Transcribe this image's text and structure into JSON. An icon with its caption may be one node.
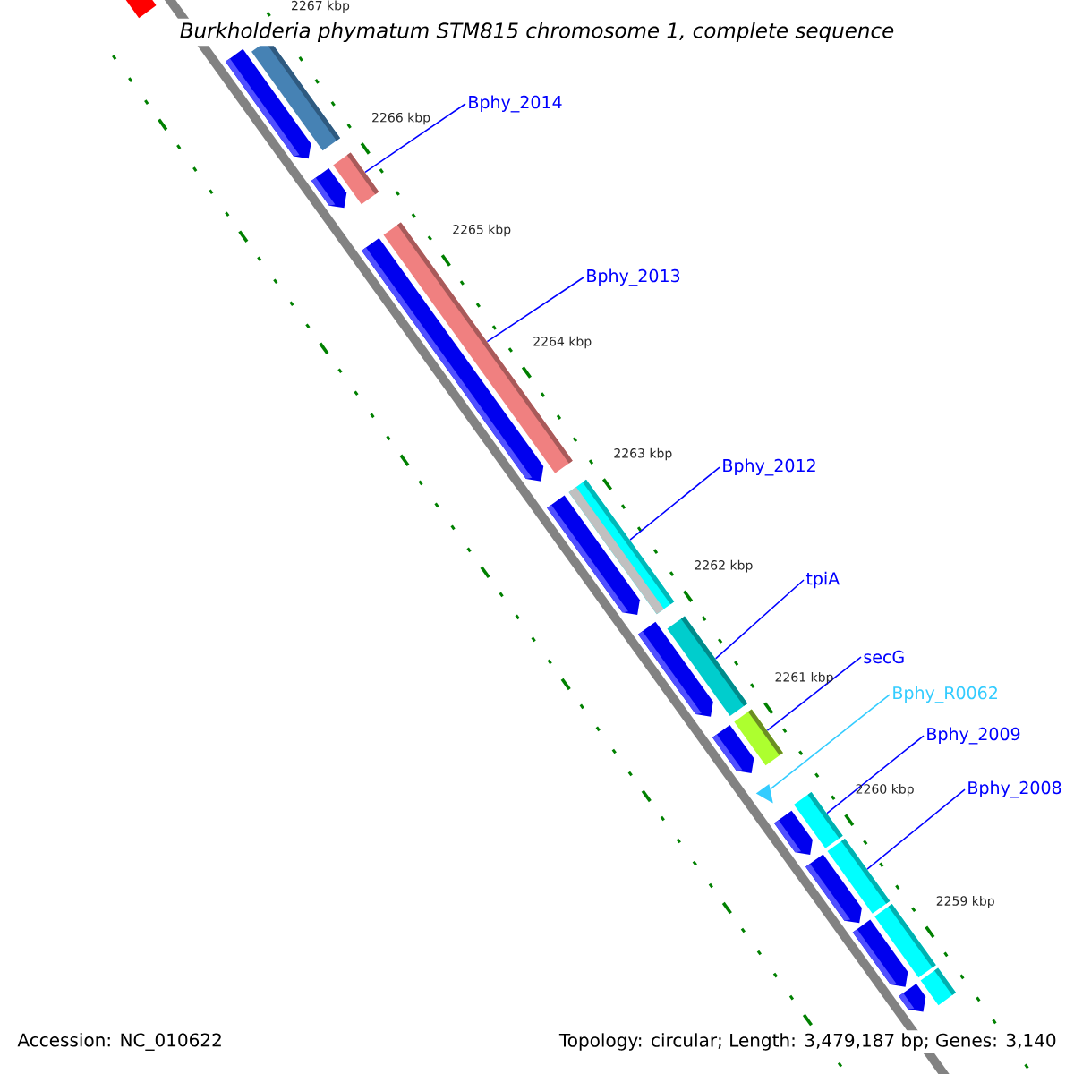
{
  "diagram": {
    "title": "Burkholderia phymatum STM815 chromosome 1, complete sequence",
    "nodes": [
      {
        "text": [
          "Bphy_2014"
        ]
      },
      {
        "text": [
          "Bphy_2013"
        ]
      },
      {
        "text": [
          "Bphy_2012"
        ]
      },
      {
        "text": [
          "tpiA"
        ]
      },
      {
        "text": [
          "secG"
        ]
      },
      {
        "text": [
          "Bphy_R0062"
        ]
      },
      {
        "text": [
          "Bphy_2009"
        ]
      },
      {
        "text": [
          "Bphy_2008"
        ]
      },
      {
        "text": [],
        "shape": "bar"
      },
      {
        "text": [],
        "shape": "bar"
      },
      {
        "text": [],
        "shape": "bar"
      },
      {
        "text": [],
        "shape": "bar"
      },
      {
        "text": [],
        "shape": "bar"
      },
      {
        "text": [],
        "shape": "triangle"
      },
      {
        "text": [],
        "shape": "bar"
      },
      {
        "text": [],
        "shape": "bar"
      },
      {
        "text": [],
        "shape": "bar"
      },
      {
        "text": [],
        "shape": "bar"
      },
      {
        "text": [],
        "shape": "bar"
      },
      {
        "text": [],
        "shape": "bar"
      },
      {
        "text": [],
        "shape": "pentagon"
      },
      {
        "text": [],
        "shape": "pentagon"
      },
      {
        "text": [],
        "shape": "pentagon"
      },
      {
        "text": [],
        "shape": "pentagon"
      },
      {
        "text": [],
        "shape": "pentagon"
      },
      {
        "text": [],
        "shape": "pentagon"
      },
      {
        "text": [],
        "shape": "pentagon"
      },
      {
        "text": [],
        "shape": "pentagon"
      },
      {
        "text": [],
        "shape": "pentagon"
      },
      {
        "text": [],
        "shape": "pentagon"
      }
    ],
    "edges": [
      {
        "from": 0,
        "to": 8,
        "arrow": "none"
      },
      {
        "from": 1,
        "to": 9,
        "arrow": "none"
      },
      {
        "from": 2,
        "to": 10,
        "arrow": "none"
      },
      {
        "from": 3,
        "to": 11,
        "arrow": "none"
      },
      {
        "from": 4,
        "to": 12,
        "arrow": "none"
      },
      {
        "from": 5,
        "to": 13,
        "arrow": "none",
        "color": "#33ccff"
      },
      {
        "from": 6,
        "to": 14,
        "arrow": "none"
      },
      {
        "from": 7,
        "to": 15,
        "arrow": "none"
      }
    ],
    "labels": [
      "2267 kbp",
      "2266 kbp",
      "2265 kbp",
      "2264 kbp",
      "2263 kbp",
      "2262 kbp",
      "2261 kbp",
      "2260 kbp",
      "2259 kbp",
      "Accession: NC_010622",
      "Topology: circular; Length: 3,479,187 bp; Genes: 3,140"
    ]
  }
}
